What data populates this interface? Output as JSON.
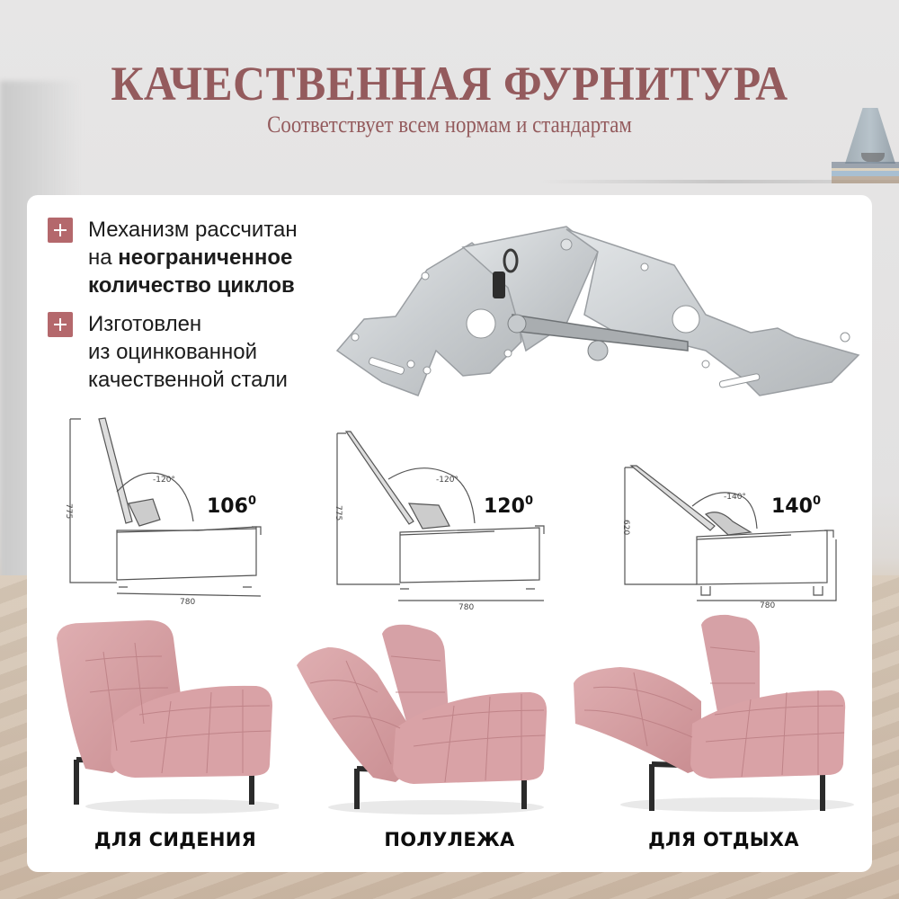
{
  "header": {
    "title": "КАЧЕСТВЕННАЯ ФУРНИТУРА",
    "subtitle": "Соответствует всем нормам и стандартам"
  },
  "colors": {
    "accent": "#945b5d",
    "plus_badge": "#b4686c",
    "sofa_pink": "#d6a1a4",
    "frame": "#2b2b2b"
  },
  "features": [
    {
      "icon": "plus-icon",
      "lines": [
        {
          "normal": "Механизм рассчитан",
          "bold": ""
        },
        {
          "normal": "на ",
          "bold": "неограниченное"
        },
        {
          "normal": "",
          "bold": "количество циклов"
        }
      ]
    },
    {
      "icon": "plus-icon",
      "lines": [
        {
          "normal": "Изготовлен",
          "bold": ""
        },
        {
          "normal": "из оцинкованной",
          "bold": ""
        },
        {
          "normal": "качественной стали",
          "bold": ""
        }
      ]
    }
  ],
  "diagrams": [
    {
      "angle": "106",
      "degree_mark": "0",
      "arc_label": "-120°",
      "height_dim": "775",
      "width_dim": "780"
    },
    {
      "angle": "120",
      "degree_mark": "0",
      "arc_label": "-120°",
      "height_dim": "775",
      "width_dim": "780"
    },
    {
      "angle": "140",
      "degree_mark": "0",
      "arc_label": "-140°",
      "height_dim": "620",
      "width_dim": "780"
    }
  ],
  "positions": [
    {
      "label": "ДЛЯ СИДЕНИЯ"
    },
    {
      "label": "ПОЛУЛЕЖА"
    },
    {
      "label": "ДЛЯ ОТДЫХА"
    }
  ]
}
